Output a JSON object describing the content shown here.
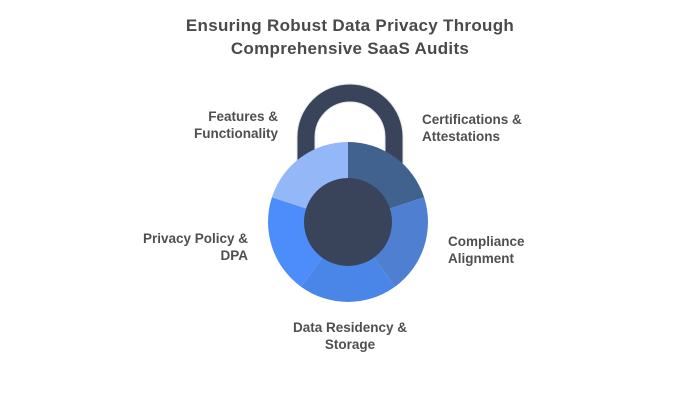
{
  "title": {
    "text": "Ensuring Robust Data Privacy Through\nComprehensive SaaS Audits",
    "color": "#4A4A4A"
  },
  "diagram": {
    "type": "padlock-segment-cycle",
    "shackle_color": "#39445A",
    "center_color": "#39445A",
    "label_color": "#4F4F4F",
    "segments": [
      {
        "label": "Certifications &\nAttestations",
        "color": "#41618F",
        "start_angle": 0,
        "end_angle": 72,
        "position": "top-right"
      },
      {
        "label": "Compliance\nAlignment",
        "color": "#4E7FD1",
        "start_angle": 72,
        "end_angle": 144,
        "position": "right"
      },
      {
        "label": "Data Residency &\nStorage",
        "color": "#4A86E8",
        "start_angle": 144,
        "end_angle": 216,
        "position": "bottom"
      },
      {
        "label": "Privacy Policy &\nDPA",
        "color": "#4C8DFB",
        "start_angle": 216,
        "end_angle": 288,
        "position": "left"
      },
      {
        "label": "Features &\nFunctionality",
        "color": "#93B7F7",
        "start_angle": 288,
        "end_angle": 360,
        "position": "top-left"
      }
    ]
  }
}
